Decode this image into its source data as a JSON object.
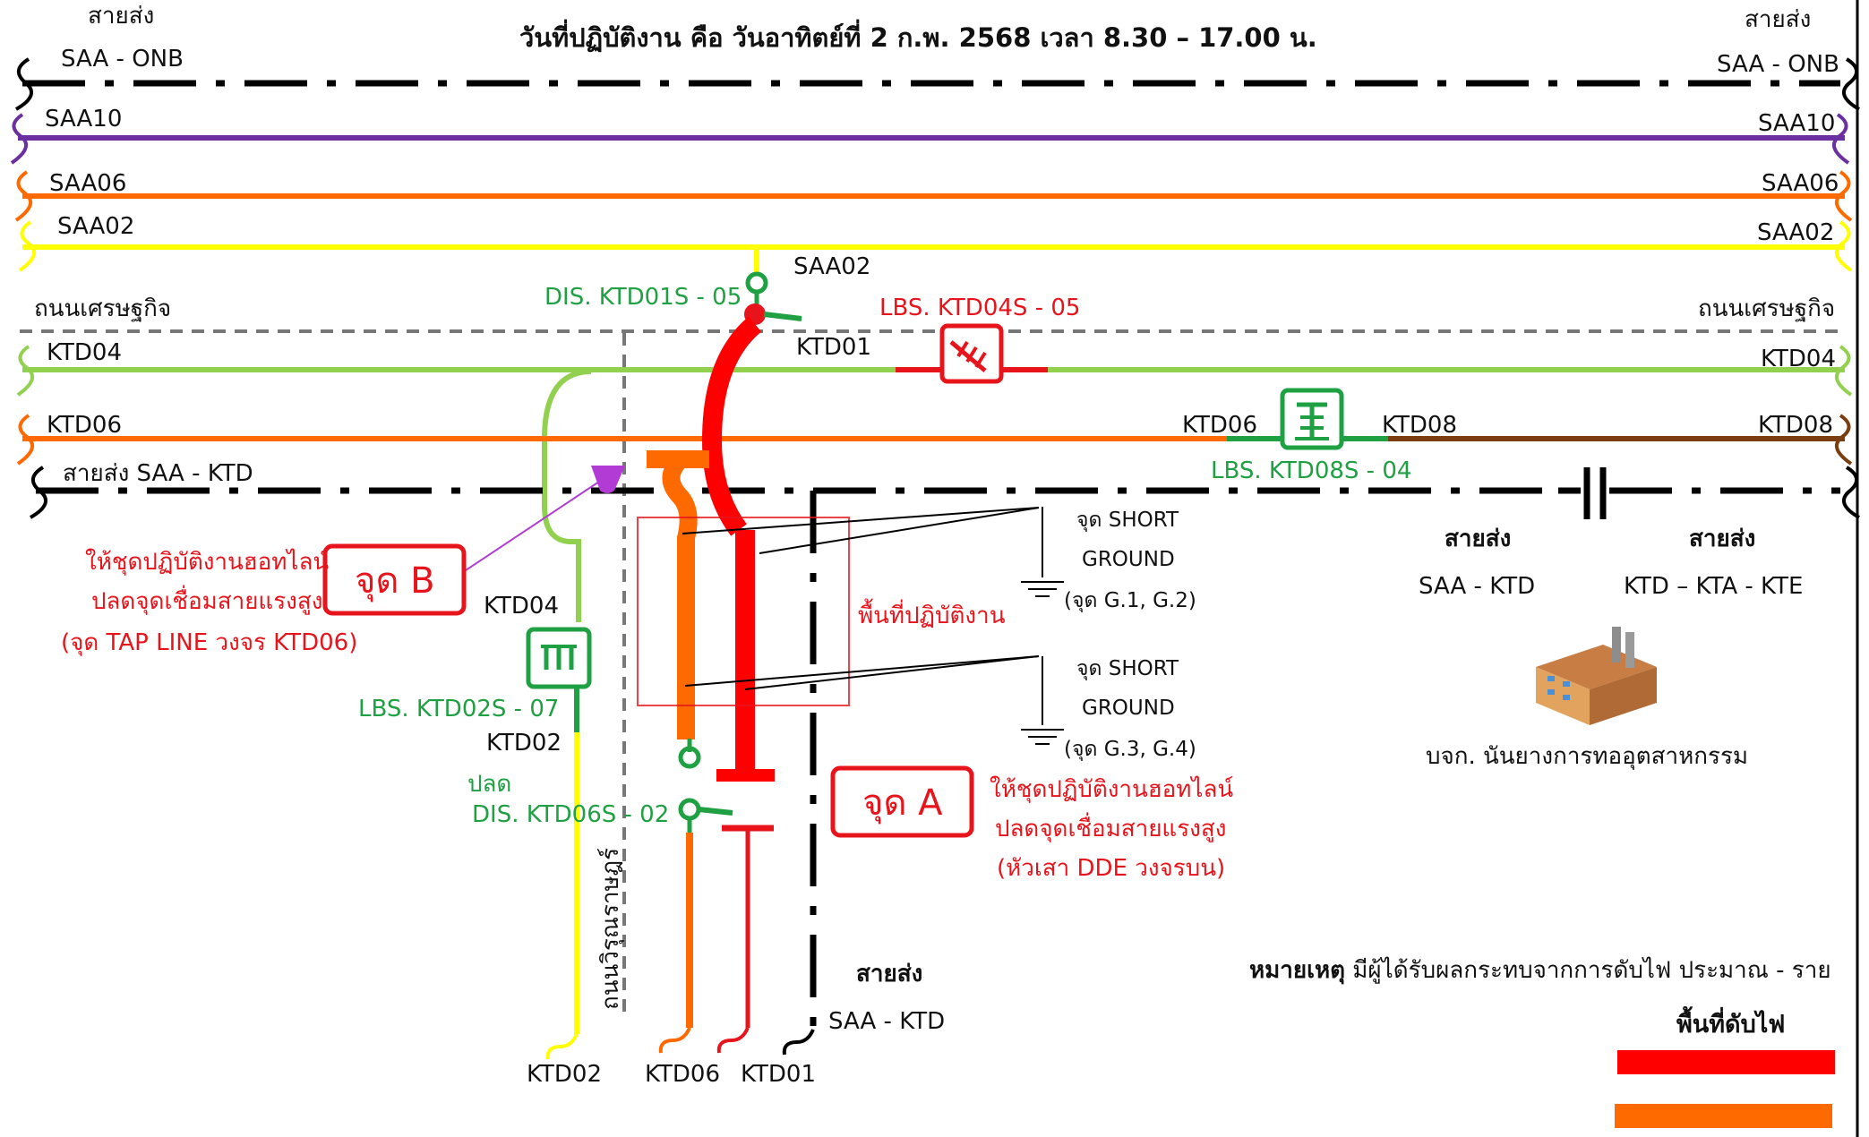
{
  "header": {
    "title_left_partial": "สายส่ง",
    "title_right_partial": "สายส่ง",
    "date_line": "วันที่ปฏิบัติงาน คือ วันอาทิตย์ที่ 2 ก.พ. 2568 เวลา 8.30 – 17.00 น."
  },
  "lines": {
    "saa_onb_left": "SAA - ONB",
    "saa_onb_right": "SAA - ONB",
    "saa10_left": "SAA10",
    "saa10_right": "SAA10",
    "saa06_left": "SAA06",
    "saa06_right": "SAA06",
    "saa02_left": "SAA02",
    "saa02_right": "SAA02",
    "saa02_tap": "SAA02",
    "road_left": "ถนนเศรษฐกิจ",
    "road_right": "ถนนเศรษฐกิจ",
    "ktd04_left": "KTD04",
    "ktd04_right": "KTD04",
    "ktd06_left": "KTD06",
    "ktd06_mid": "KTD06",
    "ktd08_mid": "KTD08",
    "ktd08_right": "KTD08",
    "saa_ktd_line": "สายส่ง SAA - KTD",
    "ktd01_top": "KTD01"
  },
  "switches": {
    "dis_ktd01s": "DIS. KTD01S - 05",
    "lbs_ktd04s": "LBS. KTD04S - 05",
    "lbs_ktd08s": "LBS. KTD08S - 04",
    "lbs_ktd02s": "LBS. KTD02S - 07",
    "ktd04_vert": "KTD04",
    "ktd02_vert": "KTD02",
    "dis_open": "ปลด",
    "dis_ktd06s": "DIS. KTD06S - 02"
  },
  "points": {
    "point_b": "จุด B",
    "point_b_note1": "ให้ชุดปฏิบัติงานฮอทไลน์",
    "point_b_note2": "ปลดจุดเชื่อมสายแรงสูง",
    "point_b_note3": "(จุด TAP LINE วงจร KTD06)",
    "point_a": "จุด A",
    "point_a_note1": "ให้ชุดปฏิบัติงานฮอทไลน์",
    "point_a_note2": "ปลดจุดเชื่อมสายแรงสูง",
    "point_a_note3": "(หัวเสา DDE วงจรบน)",
    "work_area": "พื้นที่ปฏิบัติงาน"
  },
  "grounds": {
    "g1_line1": "จุด SHORT",
    "g1_line2": "GROUND",
    "g1_line3": "(จุด G.1, G.2)",
    "g2_line1": "จุด SHORT",
    "g2_line2": "GROUND",
    "g2_line3": "(จุด G.3, G.4)"
  },
  "right_side": {
    "tl1_a": "สายส่ง",
    "tl1_b": "SAA - KTD",
    "tl2_a": "สายส่ง",
    "tl2_b": "KTD – KTA - KTE",
    "factory": "บจก. นันยางการทออุตสาหกรรม"
  },
  "bottom": {
    "road_vertical": "ถนนวิรุณราษฎร์",
    "saa_ktd_a": "สายส่ง",
    "saa_ktd_b": "SAA - KTD",
    "ktd02": "KTD02",
    "ktd06": "KTD06",
    "ktd01": "KTD01"
  },
  "legend": {
    "note_bold": "หมายเหตุ",
    "note_text": " มีผู้ได้รับผลกระทบจากการดับไฟ ประมาณ - ราย",
    "title": "พื้นที่ดับไฟ",
    "color1": "#ff0000",
    "color2": "#ff6a00"
  },
  "colors": {
    "saa10": "#6a2fa0",
    "saa06": "#ff6a00",
    "saa02": "#ffff00",
    "ktd04": "#92d050",
    "ktd06": "#ff6a00",
    "ktd08": "#7a3e10",
    "switch_green": "#1ea043",
    "switch_red": "#e8141b"
  }
}
